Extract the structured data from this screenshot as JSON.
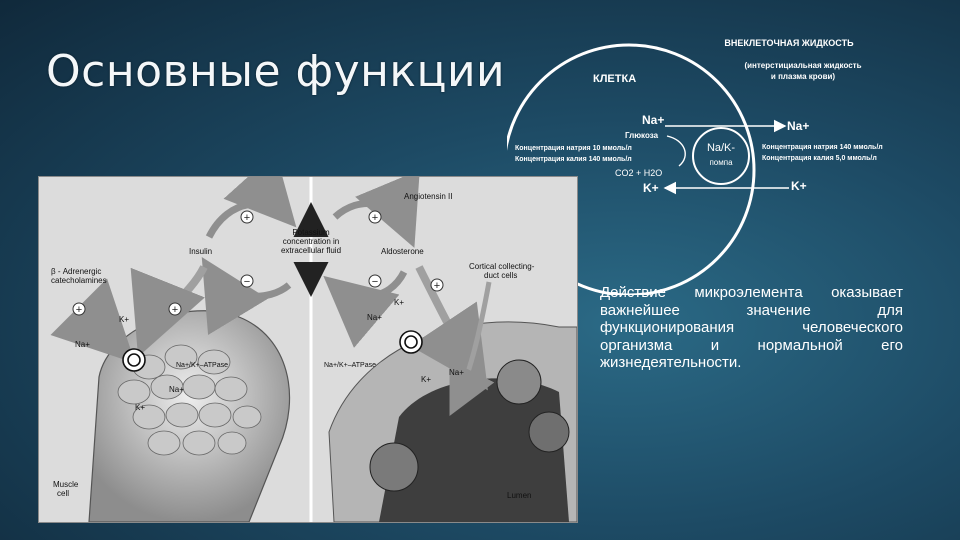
{
  "slide": {
    "title": "Основные функции",
    "body": "Действие микроэлемента оказывает важнейшее значение для функционирования человеческого организма и нормальной его жизнедеятельности."
  },
  "cell_diagram": {
    "extracellular_title": "ВНЕКЛЕТОЧНАЯ ЖИДКОСТЬ",
    "extracellular_sub1": "(интерстициальная жидкость",
    "extracellular_sub2": "и плазма крови)",
    "cell_label": "КЛЕТКА",
    "na_in": "Na+",
    "glucose": "Глюкоза",
    "conc_na_in": "Концентрация натрия 10 ммоль/л",
    "conc_k_in": "Концентрация калия 140 ммоль/л",
    "co2_h2o": "CO2 + H2O",
    "k_in": "K+",
    "pump_line1": "Na/K-",
    "pump_line2": "помпа",
    "na_out": "Na+",
    "conc_na_out": "Концентрация натрия 140 ммоль/л",
    "conc_k_out": "Концентрация калия 5,0 ммоль/л",
    "k_out": "K+"
  },
  "figure": {
    "angiotensin": "Angiotensin II",
    "potassium_1": "Potassium",
    "potassium_2": "concentration in",
    "potassium_3": "extracellular fluid",
    "insulin": "Insulin",
    "aldosterone": "Aldosterone",
    "beta_1": "β - Adrenergic",
    "beta_2": "catecholamines",
    "cortical_1": "Cortical collecting-",
    "cortical_2": "duct cells",
    "atpase_left": "Na+/K+–ATPase",
    "atpase_right": "Na+/K+–ATPase",
    "k_plus": "K+",
    "na_plus": "Na+",
    "muscle_1": "Muscle",
    "muscle_2": "cell",
    "lumen": "Lumen",
    "plus": "+",
    "minus": "−"
  }
}
